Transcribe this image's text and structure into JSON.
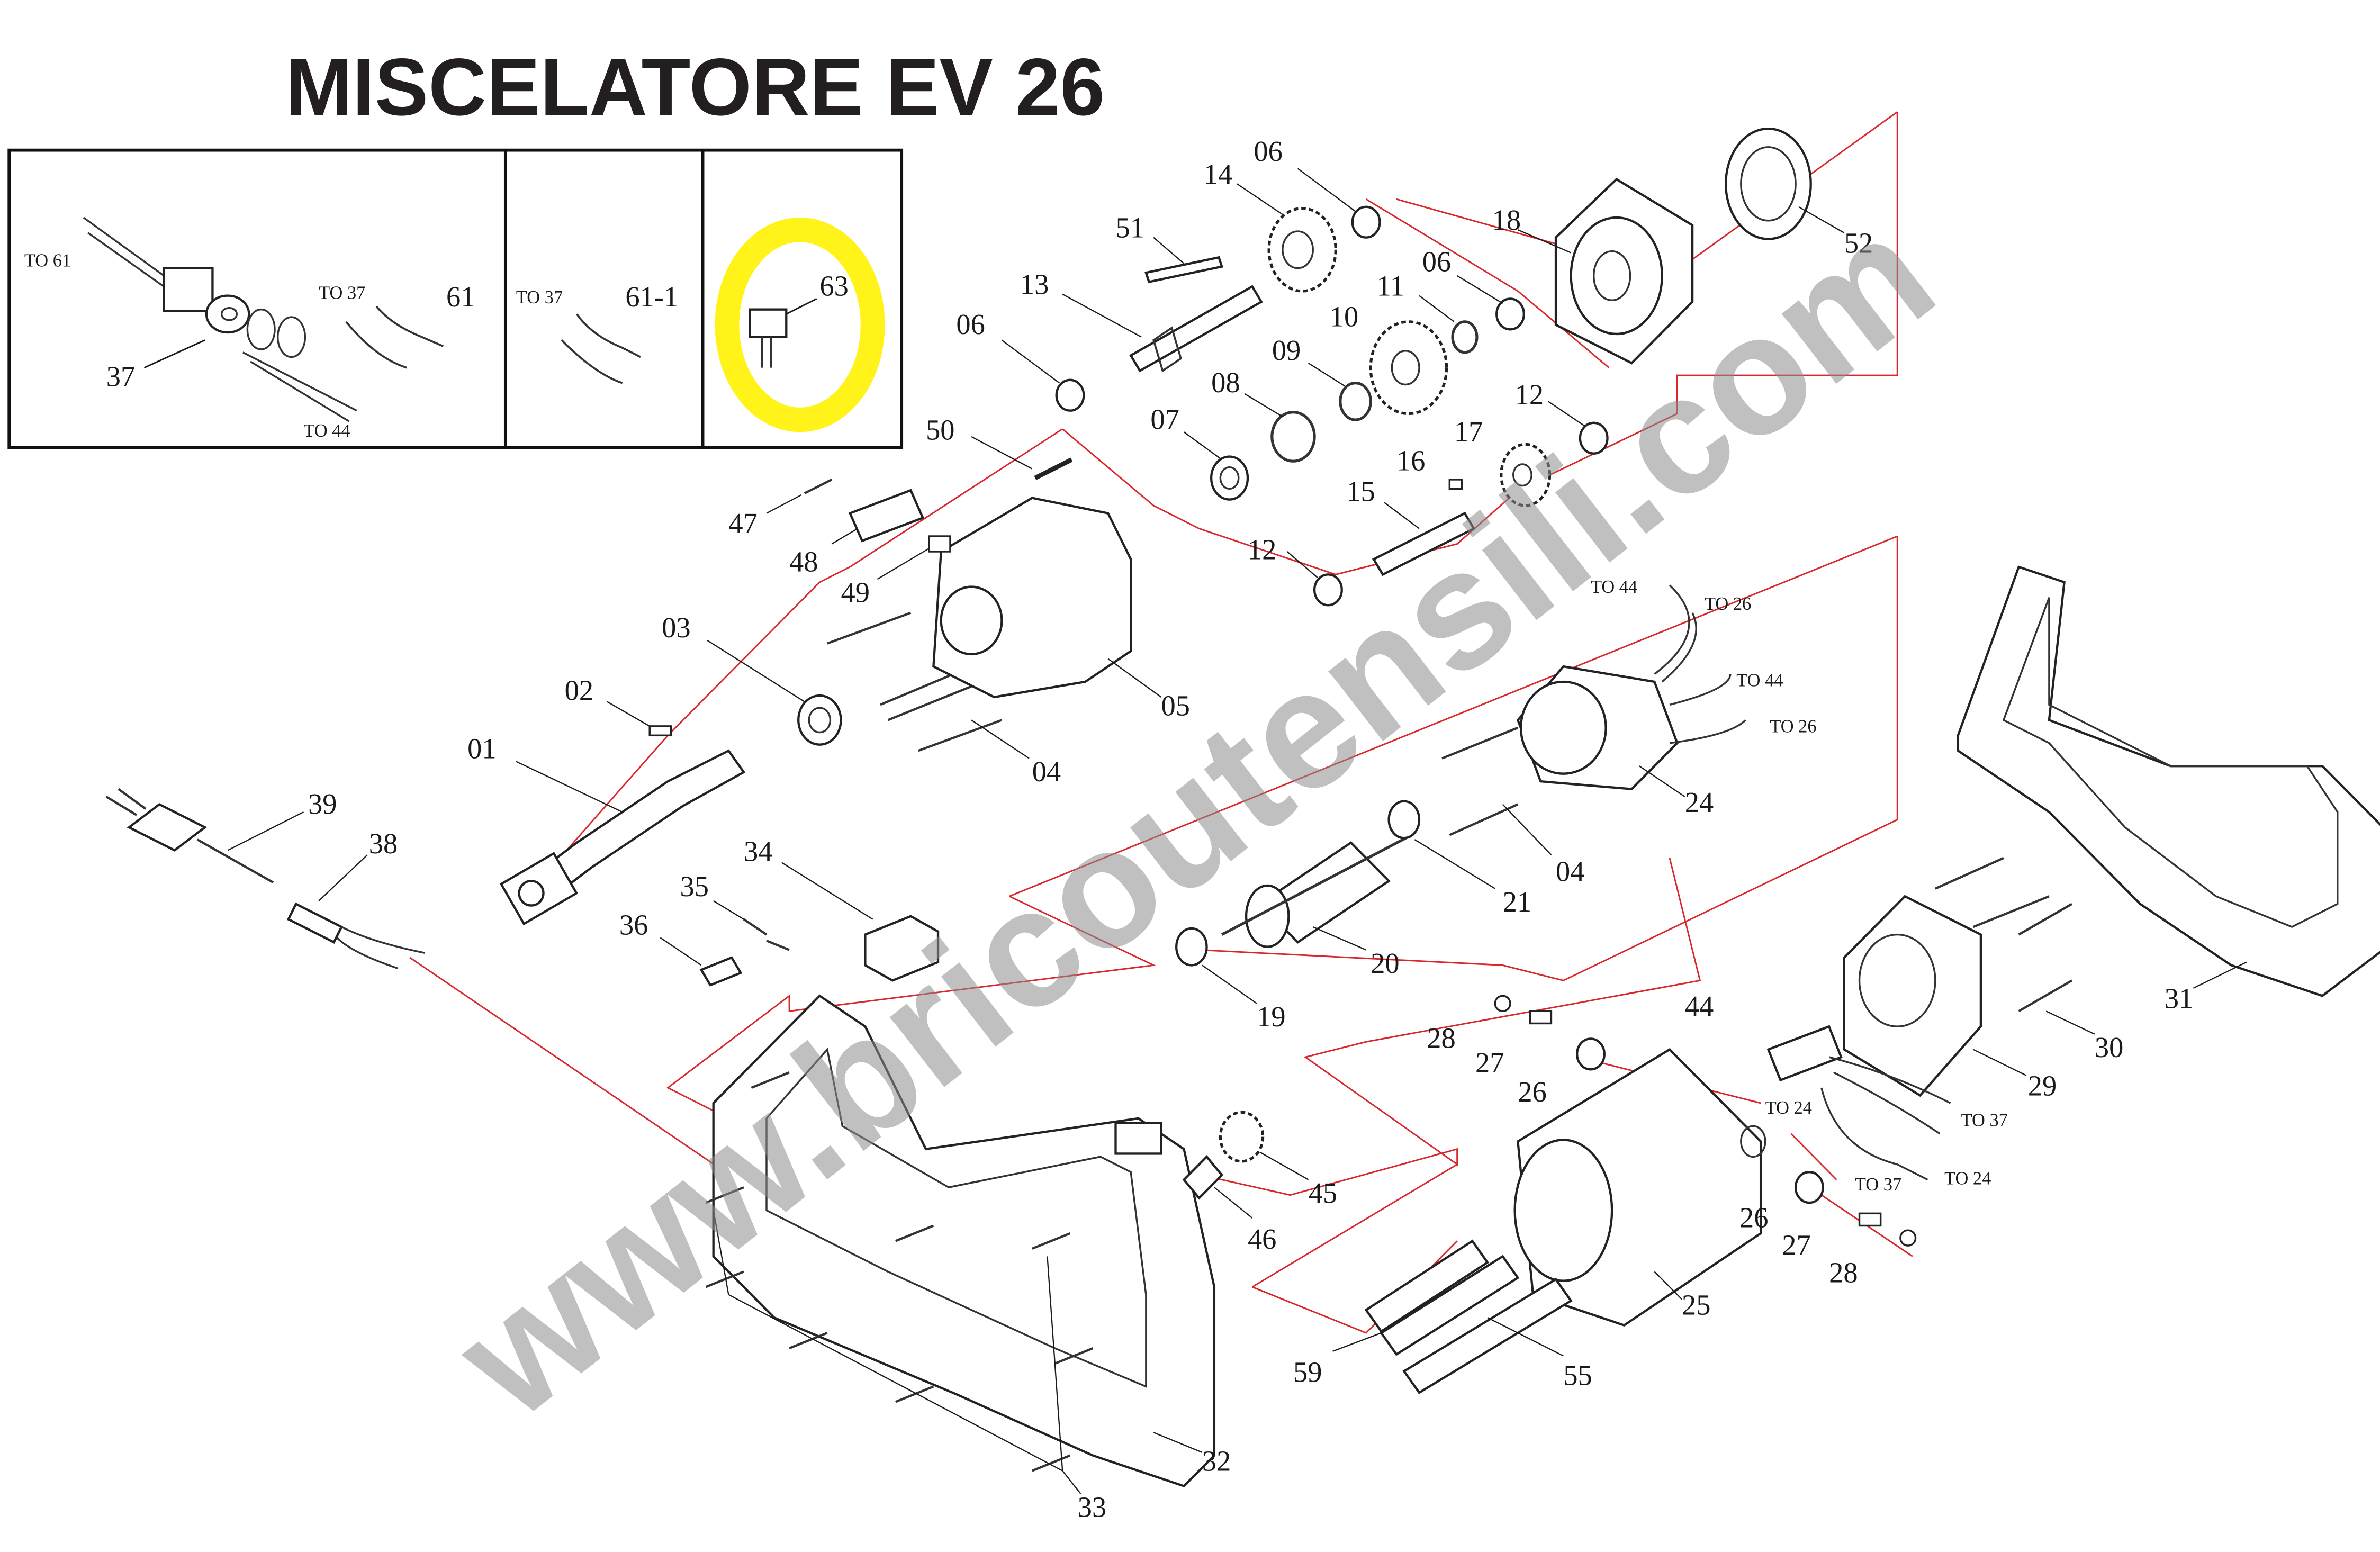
{
  "title": "MISCELATORE EV 26",
  "watermark": "www.bricoutensili.com",
  "inset_boxes": [
    {
      "labels": {
        "p37": "37",
        "p61": "61",
        "to61": "TO 61",
        "to37": "TO 37",
        "to44": "TO 44"
      }
    },
    {
      "labels": {
        "p611": "61-1",
        "to37": "TO 37"
      }
    },
    {
      "labels": {
        "p63": "63"
      }
    }
  ],
  "callouts": {
    "c01": "01",
    "c02": "02",
    "c03": "03",
    "c04a": "04",
    "c04b": "04",
    "c05": "05",
    "c06a": "06",
    "c06b": "06",
    "c06c": "06",
    "c07": "07",
    "c08": "08",
    "c09": "09",
    "c10": "10",
    "c11": "11",
    "c12a": "12",
    "c12b": "12",
    "c13": "13",
    "c14": "14",
    "c15": "15",
    "c16": "16",
    "c17": "17",
    "c18": "18",
    "c19": "19",
    "c20": "20",
    "c21": "21",
    "c24": "24",
    "c25": "25",
    "c26a": "26",
    "c26b": "26",
    "c27a": "27",
    "c27b": "27",
    "c28a": "28",
    "c28b": "28",
    "c29": "29",
    "c30": "30",
    "c31": "31",
    "c32": "32",
    "c33": "33",
    "c34": "34",
    "c35": "35",
    "c36": "36",
    "c38": "38",
    "c39": "39",
    "c44": "44",
    "c45": "45",
    "c46": "46",
    "c47": "47",
    "c48": "48",
    "c49": "49",
    "c50": "50",
    "c51": "51",
    "c52": "52",
    "c55": "55",
    "c59": "59"
  },
  "wire_notes": {
    "n_to44_a": "TO 44",
    "n_to26_a": "TO 26",
    "n_to44_b": "TO 44",
    "n_to26_b": "TO 26",
    "n_to24_a": "TO 24",
    "n_to37_a": "TO 37",
    "n_to37_b": "TO 37",
    "n_to24_b": "TO 24"
  },
  "colors": {
    "axis": "#d9262b",
    "highlight": "#fff200",
    "ink": "#231f20",
    "watermark": "#8c8c8c"
  }
}
